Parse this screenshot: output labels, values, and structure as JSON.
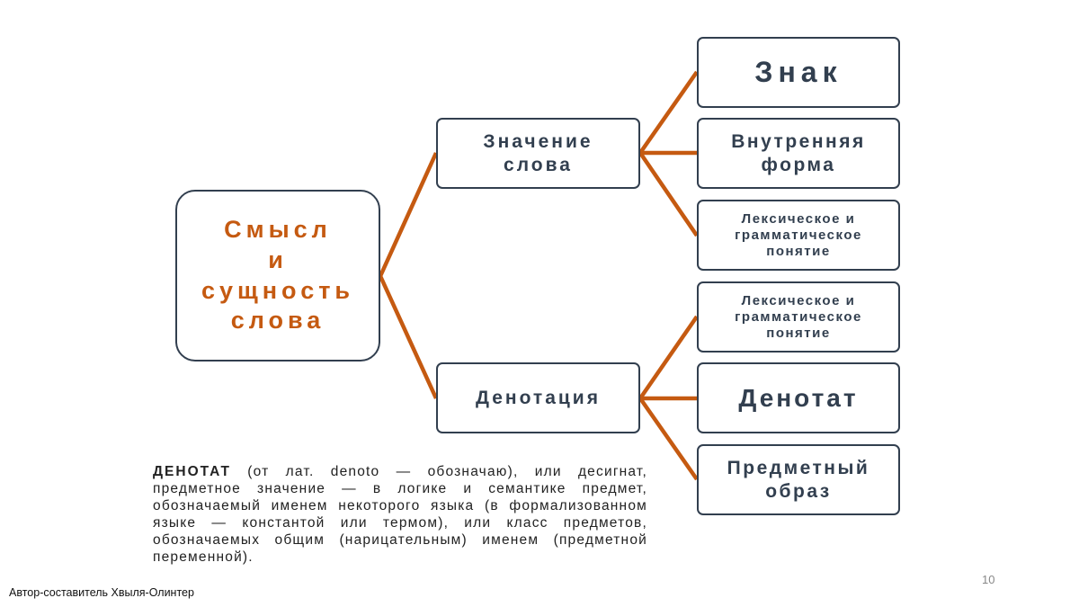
{
  "colors": {
    "accent": "#c55a11",
    "border": "#323f4f"
  },
  "root": {
    "lines": [
      "Смысл",
      "и",
      "сущность",
      "слова"
    ]
  },
  "mid": [
    {
      "lines": [
        "Значение",
        "слова"
      ]
    },
    {
      "lines": [
        "Денотация"
      ]
    }
  ],
  "leaves": [
    {
      "lines": [
        "Знак"
      ]
    },
    {
      "lines": [
        "Внутренняя",
        "форма"
      ]
    },
    {
      "lines": [
        "Лексическое и",
        "грамматическое",
        "понятие"
      ]
    },
    {
      "lines": [
        "Лексическое и",
        "грамматическое",
        "понятие"
      ]
    },
    {
      "lines": [
        "Денотат"
      ]
    },
    {
      "lines": [
        "Предметный",
        "образ"
      ]
    }
  ],
  "definition": {
    "term": "ДЕНОТАТ",
    "text": " (от лат. denoto — обозначаю), или десигнат, предметное значение — в логике и семантике предмет, обозначаемый именем некоторого языка (в формализованном языке — константой или термом), или класс предметов, обозначаемых общим (нарицательным) именем (предметной переменной)."
  },
  "footer": "Автор-составитель Хвыля-Олинтер",
  "page_number": "10"
}
